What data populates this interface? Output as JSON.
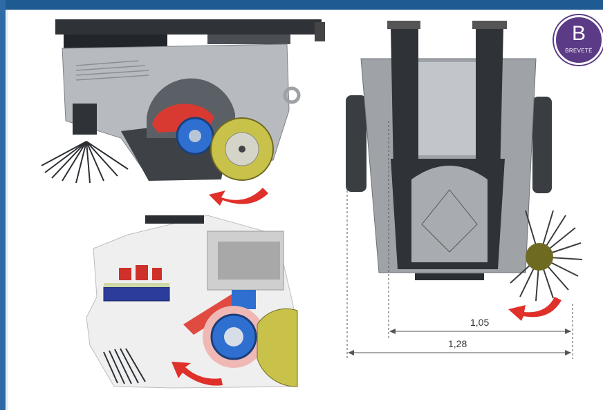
{
  "badge": {
    "letter": "B",
    "label": "BREVETÉ"
  },
  "dimensions": {
    "inner_width": "1,05",
    "outer_width": "1,28"
  },
  "colors": {
    "frame_blue": "#1f5a93",
    "machine_grey": "#b9bdc2",
    "dark_metal": "#3b3f44",
    "rotor_blue": "#2e6fd0",
    "brush_yellow": "#c9c24a",
    "arrow_red": "#e0302a",
    "badge_purple": "#5b3a86"
  }
}
